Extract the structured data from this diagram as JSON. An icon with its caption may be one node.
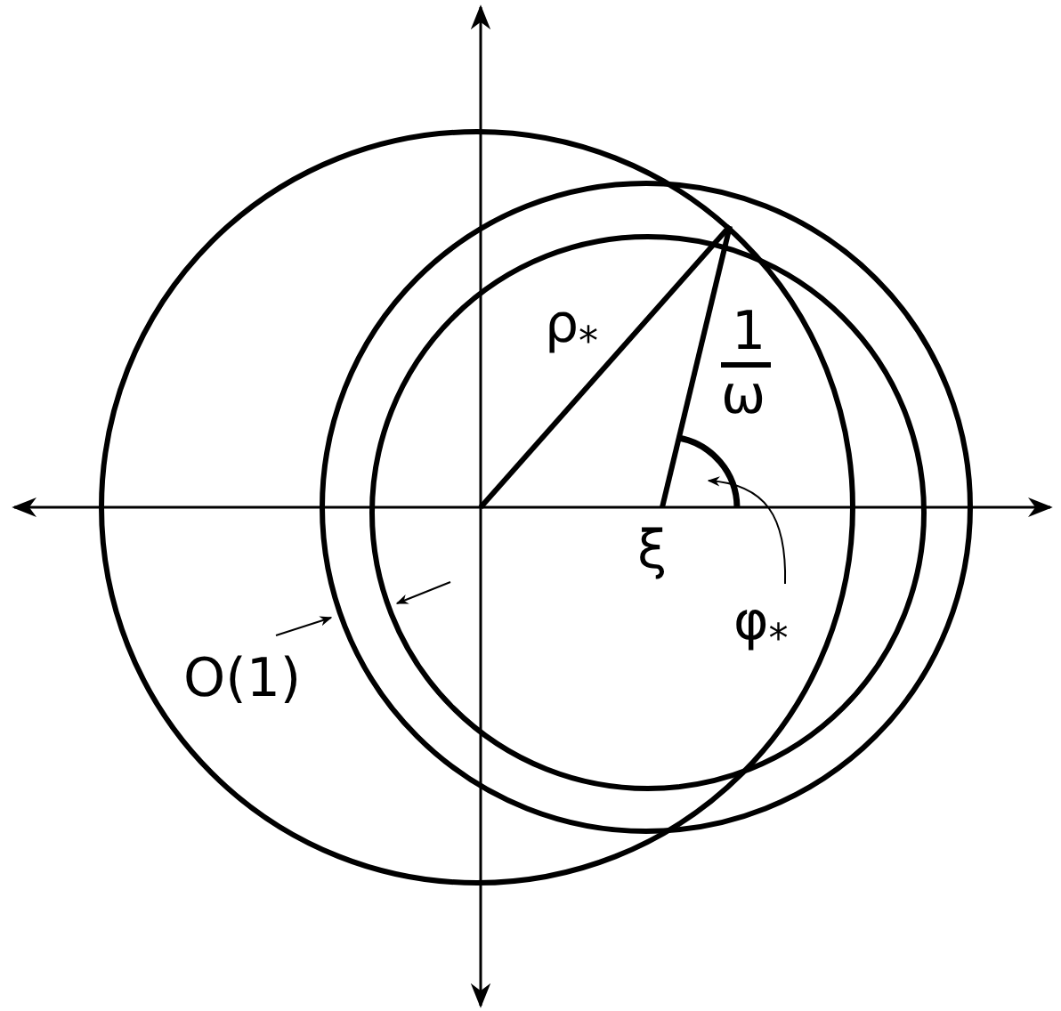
{
  "diagram": {
    "nodes": [
      {
        "text": [
          "φ$_{*}$"
        ]
      },
      {
        "text": [],
        "shape": "arc"
      }
    ],
    "edges": [
      {
        "from": 0,
        "to": 1,
        "arrow": "to"
      }
    ],
    "labels": [
      "ρ$_{*}$",
      "1",
      "ω",
      "ξ",
      "O(1)"
    ]
  }
}
